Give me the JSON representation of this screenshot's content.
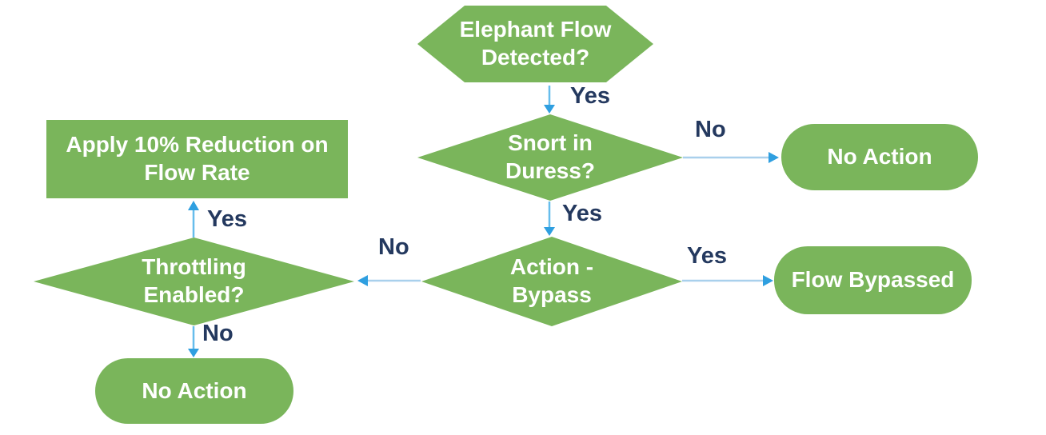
{
  "colors": {
    "node_green": "#7ab55b",
    "arrow_line_h": "#a9d0ec",
    "arrow_line_v": "#66bdec",
    "arrow_head": "#2f9fe0",
    "edge_label": "#24395f",
    "node_text": "#ffffff",
    "background": "#ffffff"
  },
  "nodes": {
    "elephant_flow": {
      "shape": "hexagon",
      "label": "Elephant Flow\nDetected?"
    },
    "snort_in_duress": {
      "shape": "diamond",
      "label": "Snort in\nDuress?"
    },
    "no_action_top": {
      "shape": "rounded",
      "label": "No Action"
    },
    "action_bypass": {
      "shape": "diamond",
      "label": "Action -\nBypass"
    },
    "flow_bypassed": {
      "shape": "rounded",
      "label": "Flow Bypassed"
    },
    "throttling_enabled": {
      "shape": "diamond",
      "label": "Throttling\nEnabled?"
    },
    "apply_reduction": {
      "shape": "rectangle",
      "label": "Apply 10% Reduction on\nFlow Rate"
    },
    "no_action_bottom": {
      "shape": "rounded",
      "label": "No Action"
    }
  },
  "edge_labels": {
    "elephant_yes": "Yes",
    "snort_no": "No",
    "snort_yes": "Yes",
    "bypass_yes": "Yes",
    "bypass_no": "No",
    "throttling_yes": "Yes",
    "throttling_no": "No"
  }
}
